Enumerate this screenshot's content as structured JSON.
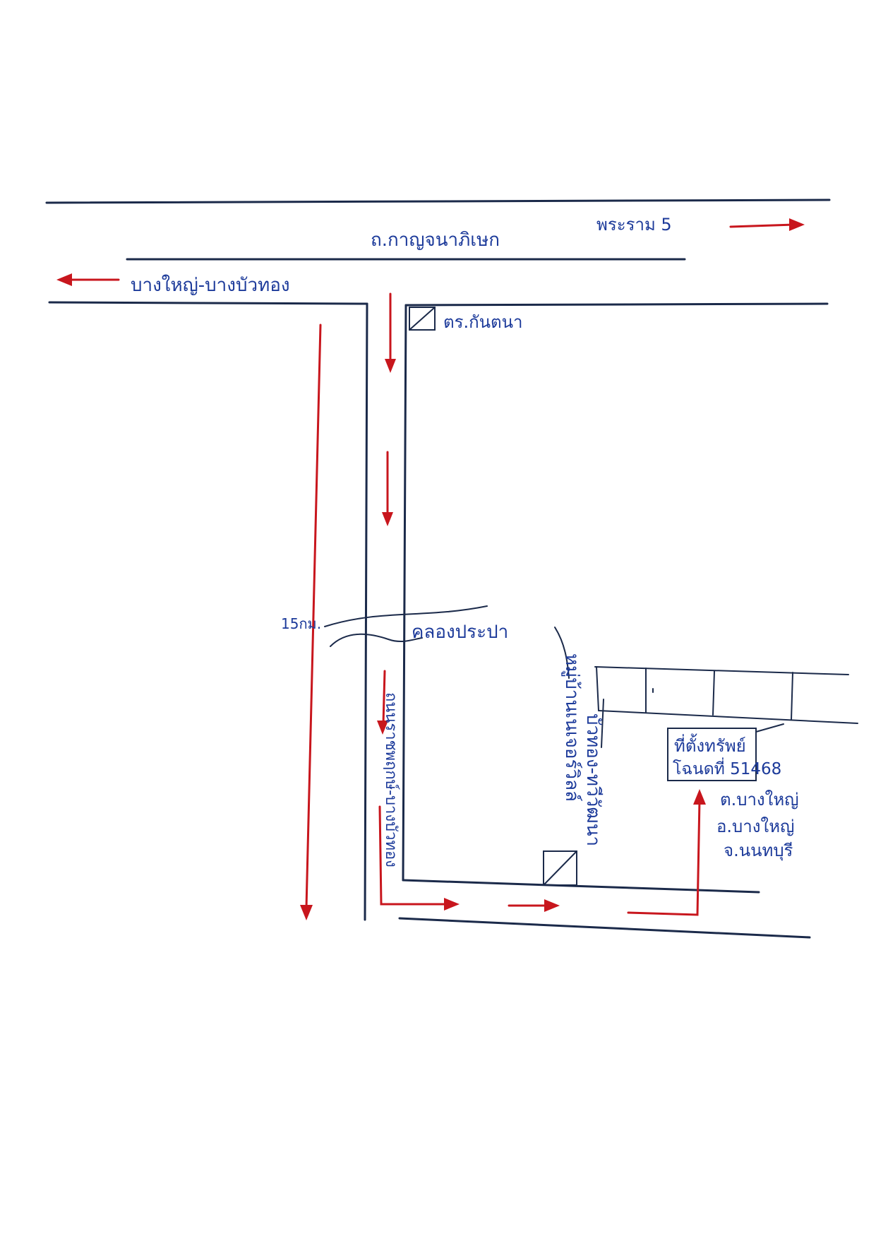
{
  "labels": {
    "main_road": "ถ.กาญจนาภิเษก",
    "to_east": "พระราม 5",
    "to_west": "บางใหญ่-บางบัวทอง",
    "police_box": "ตร.กันตนา",
    "distance": "15กม.",
    "side_road": "ถนนราชพฤกษ์-บางบัวทอง",
    "canal": "คลองประปา",
    "village": "หมู่บ้านเนเจอร์วิลล์",
    "village_road": "บัวทอง-ทวีวัฒนา",
    "property_line1": "ที่ตั้งทรัพย์",
    "property_line2": "โฉนดที่ 51468",
    "subdistrict": "ต.บางใหญ่",
    "district": "อ.บางใหญ่",
    "province": "จ.นนทบุรี"
  },
  "colors": {
    "ink_blue": "#1c3a9a",
    "road_line": "#1b2a4a",
    "arrow_red": "#c8161d"
  }
}
